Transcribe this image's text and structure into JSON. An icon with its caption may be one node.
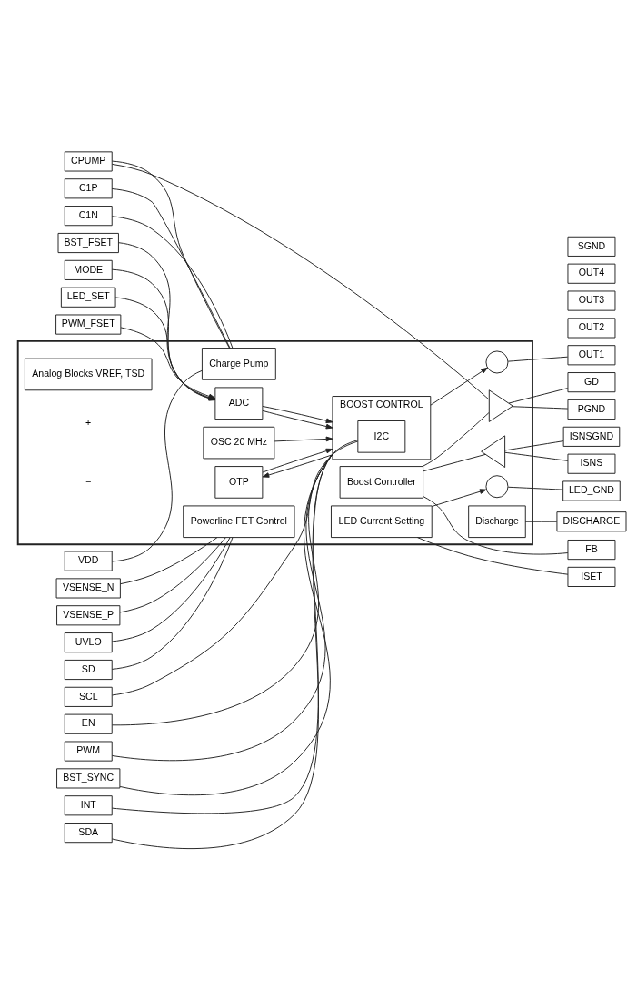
{
  "diagram": {
    "nodes": [
      {
        "text": [],
        "shape": "box"
      },
      {
        "text": [
          "SD"
        ]
      },
      {
        "text": [
          "VSENSE_N"
        ]
      },
      {
        "text": [
          "VSENSE_P"
        ]
      },
      {
        "text": [
          "UVLO"
        ]
      },
      {
        "text": [
          "VDD"
        ]
      },
      {
        "text": [
          "C1N"
        ]
      },
      {
        "text": [
          "C1P"
        ]
      },
      {
        "text": [
          "CPUMP"
        ]
      },
      {
        "text": [
          "PWM_FSET"
        ]
      },
      {
        "text": [
          "BST_FSET"
        ]
      },
      {
        "text": [
          "MODE"
        ]
      },
      {
        "text": [
          "LED_SET"
        ]
      },
      {
        "text": [
          "EN"
        ]
      },
      {
        "text": [
          "PWM"
        ]
      },
      {
        "text": [
          "BST_SYNC"
        ]
      },
      {
        "text": [
          "INT"
        ]
      },
      {
        "text": [
          "SDA"
        ]
      },
      {
        "text": [
          "SCL"
        ]
      },
      {
        "text": [
          "GD"
        ]
      },
      {
        "text": [
          "PGND"
        ]
      },
      {
        "text": [
          "ISNS"
        ]
      },
      {
        "text": [
          "ISNSGND"
        ]
      },
      {
        "text": [
          "FB"
        ]
      },
      {
        "text": [
          "DISCHARGE"
        ]
      },
      {
        "text": [
          "OUT1"
        ]
      },
      {
        "text": [
          "OUT2"
        ]
      },
      {
        "text": [
          "OUT3"
        ]
      },
      {
        "text": [
          "OUT4"
        ]
      },
      {
        "text": [
          "LED_GND"
        ]
      },
      {
        "text": [
          "ISET"
        ]
      },
      {
        "text": [
          "SGND"
        ]
      },
      {
        "text": [
          "Powerline FET Control"
        ],
        "in": 0
      },
      {
        "text": [
          "Charge Pump"
        ],
        "in": 0
      },
      {
        "text": [
          "Boost Controller"
        ],
        "in": 0
      },
      {
        "text": [],
        "shape": "triangle",
        "in": 0
      },
      {
        "text": [],
        "shape": "triangle",
        "in": 0
      },
      {
        "text": [
          "Discharge"
        ],
        "in": 0
      },
      {
        "text": [
          "OSC 20 MHz"
        ],
        "in": 0
      },
      {
        "text": [
          "OTP"
        ],
        "in": 0
      },
      {
        "text": [
          "ADC"
        ],
        "in": 0
      },
      {
        "text": [
          "BOOST CONTROL"
        ],
        "in": 0
      },
      {
        "text": [
          "I2C"
        ],
        "in": 41
      },
      {
        "text": [],
        "shape": "circle",
        "in": 0
      },
      {
        "text": [],
        "shape": "circle",
        "in": 0
      },
      {
        "text": [
          "LED Current Setting"
        ],
        "in": 0
      },
      {
        "text": [
          "Analog Blocks VREF, TSD"
        ],
        "in": 0
      }
    ],
    "edges": [
      {
        "from": 1,
        "to": 32,
        "arrow": "none"
      },
      {
        "from": 2,
        "to": 32,
        "arrow": "none"
      },
      {
        "from": 3,
        "to": 32,
        "arrow": "none"
      },
      {
        "from": 4,
        "to": 32,
        "arrow": "none"
      },
      {
        "from": 5,
        "to": 33,
        "arrow": "none"
      },
      {
        "from": 6,
        "to": 33,
        "arrow": "none"
      },
      {
        "from": 7,
        "to": 33,
        "arrow": "none"
      },
      {
        "from": 8,
        "to": 33,
        "arrow": "none"
      },
      {
        "from": 8,
        "to": 35,
        "arrow": "none"
      },
      {
        "from": 34,
        "to": 35,
        "arrow": "none"
      },
      {
        "from": 35,
        "to": 19,
        "arrow": "none"
      },
      {
        "from": 35,
        "to": 20,
        "arrow": "none"
      },
      {
        "from": 34,
        "to": 36,
        "arrow": "none"
      },
      {
        "from": 36,
        "to": 21,
        "arrow": "none"
      },
      {
        "from": 36,
        "to": 22,
        "arrow": "none"
      },
      {
        "from": 34,
        "to": 23,
        "arrow": "none"
      },
      {
        "from": 37,
        "to": 24,
        "arrow": "none"
      },
      {
        "from": 9,
        "to": 40,
        "arrow": "to"
      },
      {
        "from": 10,
        "to": 40,
        "arrow": "to"
      },
      {
        "from": 11,
        "to": 40,
        "arrow": "to"
      },
      {
        "from": 12,
        "to": 40,
        "arrow": "to"
      },
      {
        "from": 40,
        "to": 41,
        "arrow": "to"
      },
      {
        "from": 40,
        "to": 41,
        "arrow": "to"
      },
      {
        "from": 38,
        "to": 41,
        "arrow": "to"
      },
      {
        "from": 39,
        "to": 41,
        "arrow": "to"
      },
      {
        "from": 41,
        "to": 39,
        "arrow": "to"
      },
      {
        "from": 13,
        "to": 41,
        "arrow": "none"
      },
      {
        "from": 14,
        "to": 41,
        "arrow": "none"
      },
      {
        "from": 15,
        "to": 41,
        "arrow": "none"
      },
      {
        "from": 16,
        "to": 41,
        "arrow": "none"
      },
      {
        "from": 17,
        "to": 42,
        "arrow": "none"
      },
      {
        "from": 18,
        "to": 42,
        "arrow": "none"
      },
      {
        "from": 41,
        "to": 43,
        "arrow": "to"
      },
      {
        "from": 45,
        "to": 44,
        "arrow": "to"
      },
      {
        "from": 43,
        "to": 25,
        "arrow": "none"
      },
      {
        "from": 44,
        "to": 29,
        "arrow": "none"
      },
      {
        "from": 45,
        "to": 30,
        "arrow": "none"
      }
    ],
    "labels": [
      "+",
      "−"
    ]
  }
}
